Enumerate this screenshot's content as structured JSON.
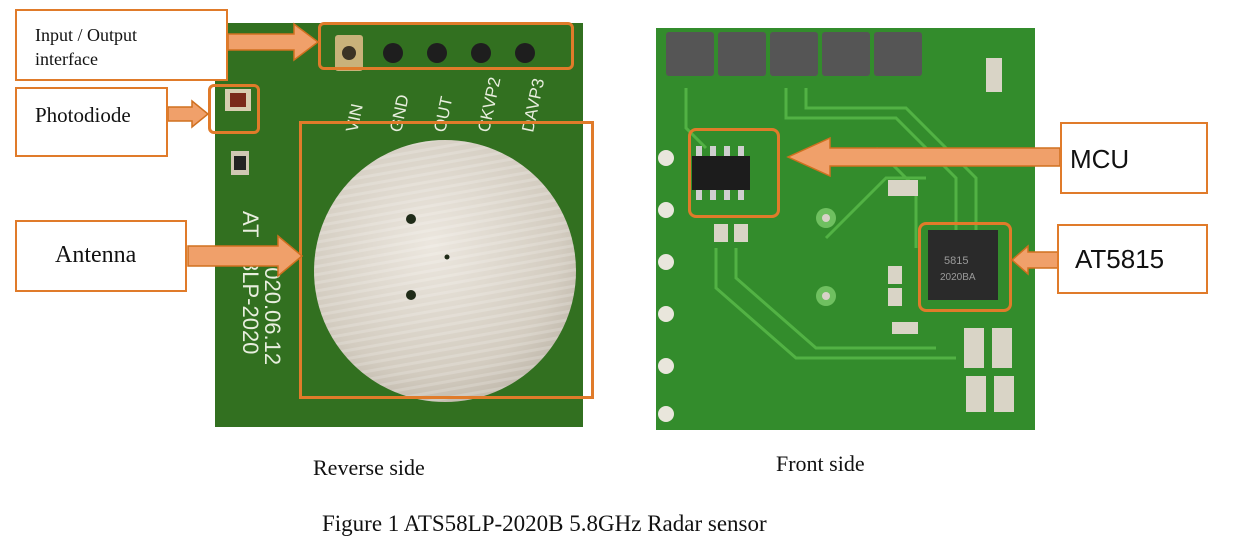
{
  "reverse_side": {
    "caption": "Reverse side",
    "pins": [
      "VIN",
      "GND",
      "OUT",
      "CKVP2",
      "DAVP3"
    ],
    "board_text": [
      "AT",
      "8LP-2020",
      "2020.06.12"
    ],
    "labels": {
      "io": "Input / Output interface",
      "photodiode": "Photodiode",
      "antenna": "Antenna"
    }
  },
  "front_side": {
    "caption": "Front side",
    "chip_text": [
      "5815",
      "2020BA"
    ],
    "labels": {
      "mcu": "MCU",
      "at5815": "AT5815"
    }
  },
  "figure_caption": "Figure 1 ATS58LP-2020B 5.8GHz Radar sensor",
  "colors": {
    "callout": "#e07b2a",
    "pcb_green": "#2f6b1f",
    "antenna_silver": "#d8d2c8"
  }
}
